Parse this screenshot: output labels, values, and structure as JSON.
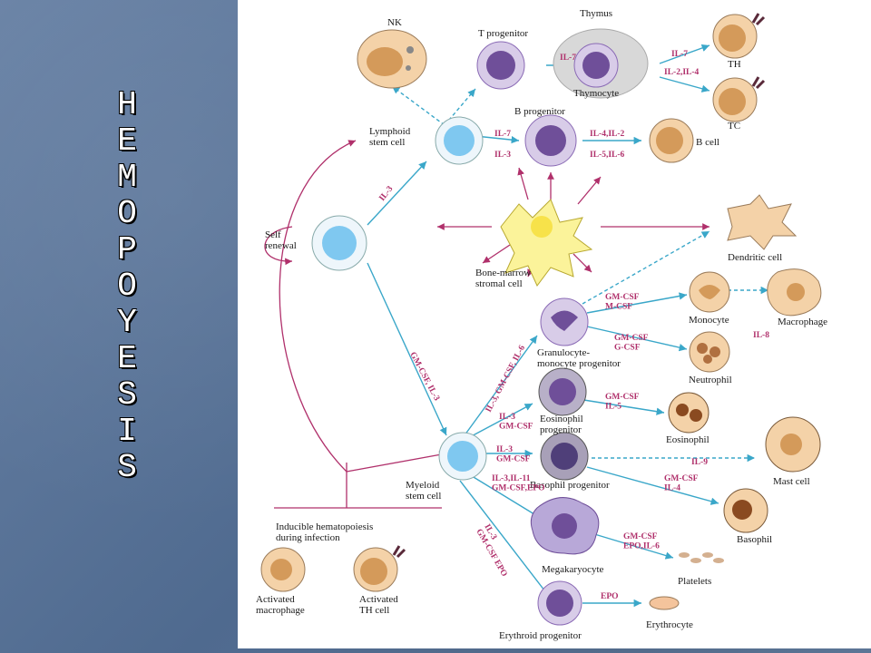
{
  "slide": {
    "title_letters": [
      "H",
      "E",
      "M",
      "O",
      "P",
      "O",
      "Y",
      "E",
      "S",
      "I",
      "S"
    ]
  },
  "colors": {
    "background": "#5a7394",
    "title_text": "#ffffff",
    "arrow_magenta": "#b0306b",
    "arrow_cyan": "#3aa7c9",
    "cell_tan": "#f2c48c",
    "cell_purple": "#8a6ab5",
    "stem_blue": "#7fc8f0"
  },
  "diagram": {
    "labels": {
      "nk": "NK",
      "t_progenitor": "T progenitor",
      "thymus": "Thymus",
      "thymocyte": "Thymocyte",
      "th": "TH",
      "tc": "TC",
      "lymphoid_stem": "Lymphoid\nstem cell",
      "b_progenitor": "B progenitor",
      "b_cell": "B cell",
      "self_renewal": "Self\nrenewal",
      "stromal": "Bone-marrow\nstromal cell",
      "dendritic": "Dendritic cell",
      "gm_progenitor": "Granulocyte-\nmonocyte progenitor",
      "monocyte": "Monocyte",
      "macrophage": "Macrophage",
      "neutrophil": "Neutrophil",
      "eosinophil_progenitor": "Eosinophil\nprogenitor",
      "eosinophil": "Eosinophil",
      "myeloid_stem": "Myeloid\nstem cell",
      "basophil_progenitor": "Basophil progenitor",
      "mast_cell": "Mast cell",
      "basophil": "Basophil",
      "inducible": "Inducible hematopoiesis\nduring infection",
      "activated_macrophage": "Activated\nmacrophage",
      "activated_th": "Activated\nTH cell",
      "megakaryocyte": "Megakaryocyte",
      "platelets": "Platelets",
      "erythroid_progenitor": "Erythroid progenitor",
      "erythrocyte": "Erythrocyte"
    },
    "cytokines": {
      "t_il7": "IL-7",
      "thymus_il7": "IL-7",
      "thymus_il2_il4": "IL-2,IL-4",
      "b_il7": "IL-7",
      "b_il3": "IL-3",
      "b_il4_il2": "IL-4,IL-2",
      "b_il5_il6": "IL-5,IL-6",
      "lymphoid_il3": "IL-3",
      "myeloid_gmcsf_il3": "GM-CSF, IL-3",
      "gm_il3_gmcsf_il6": "IL-3, GM-CSF, IL-6",
      "mono_gmcsf_mcsf": "GM-CSF\nM-CSF",
      "neut_gmcsf_gcsf": "GM-CSF\nG-CSF",
      "macro_il8": "IL-8",
      "eos_il3_gmcsf": "IL-3\nGM-CSF",
      "eos_gmcsf_il5": "GM-CSF\nIL-5",
      "baso_il3_gmcsf": "IL-3\nGM-CSF",
      "mast_il9": "IL-9",
      "baso_gmcsf_il4": "GM-CSF\nIL-4",
      "mega_il3_il11": "IL-3,IL-11\nGM-CSF,EPO",
      "platelet_gmcsf": "GM-CSF\nEPO,IL-6",
      "ery_il3": "IL-3\nGM-CSF EPO",
      "ery_epo": "EPO"
    }
  }
}
